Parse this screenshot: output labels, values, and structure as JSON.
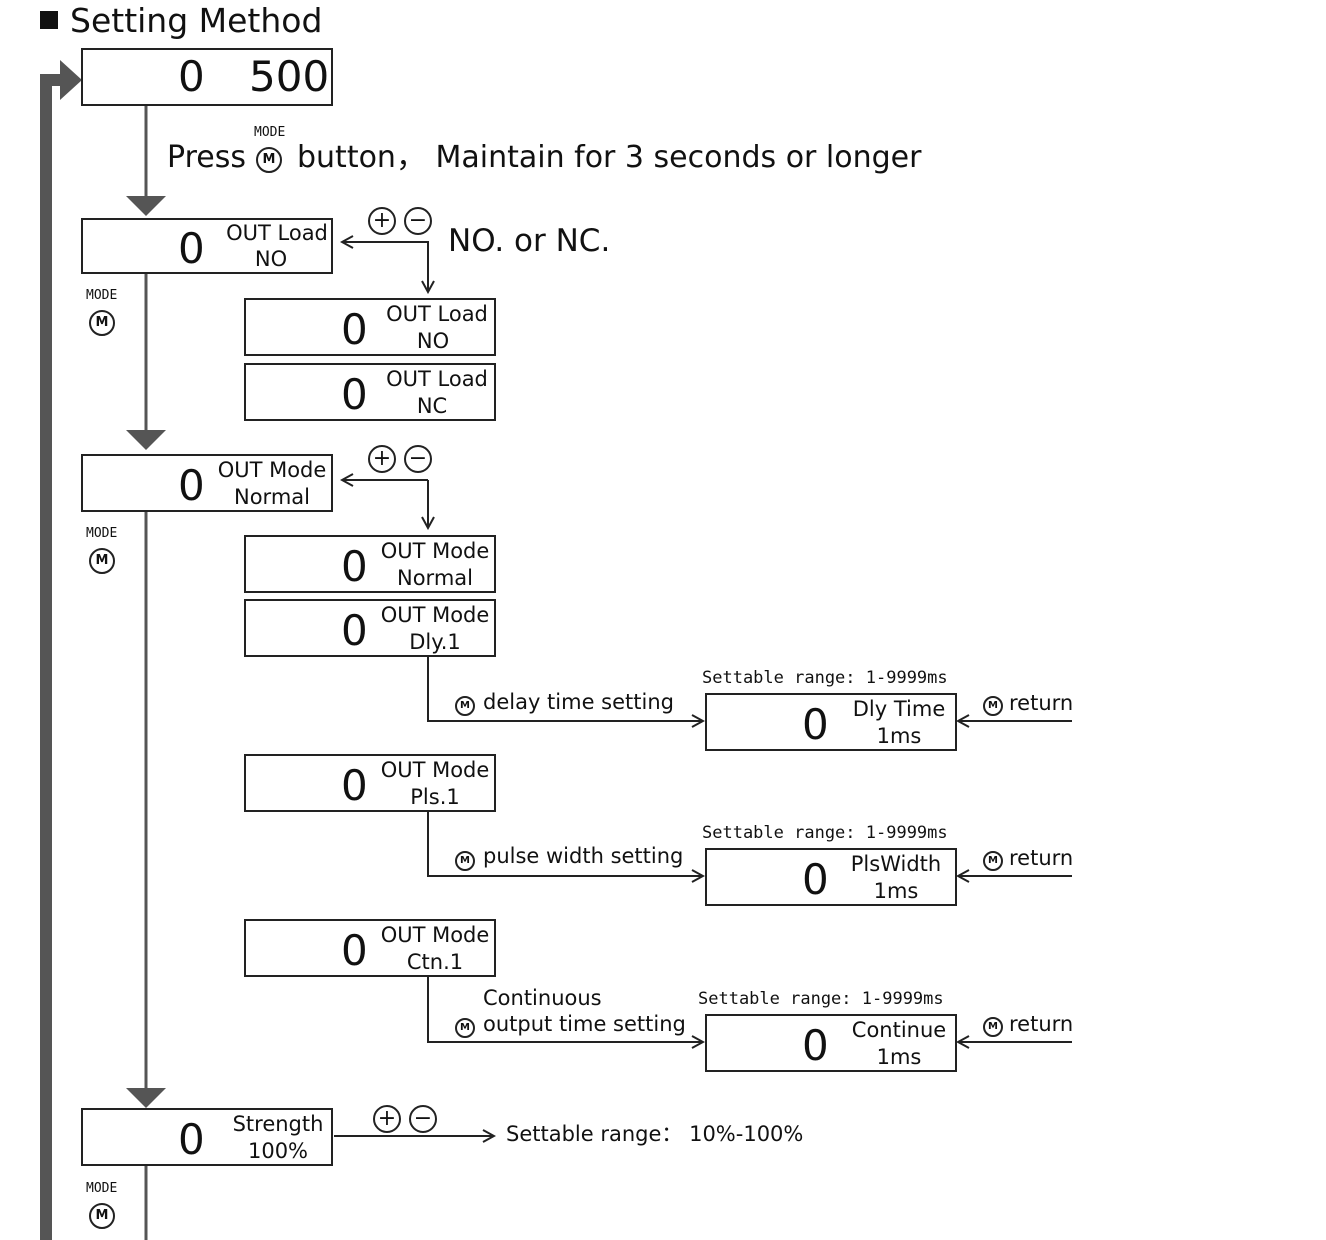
{
  "title": "Setting Method",
  "initial_display": {
    "value": "0",
    "reading": "500"
  },
  "step_instruction": {
    "prefix": "Press",
    "button_caption": "MODE",
    "suffix": "button， Maintain for 3 seconds or longer"
  },
  "mode_button": {
    "caption": "MODE",
    "symbol": "M"
  },
  "plus_symbol": "+",
  "minus_symbol": "−",
  "out_load": {
    "main": {
      "value": "0",
      "line1": "OUT Load",
      "line2": "NO"
    },
    "note": "NO. or NC.",
    "options": [
      {
        "value": "0",
        "line1": "OUT Load",
        "line2": "NO"
      },
      {
        "value": "0",
        "line1": "OUT Load",
        "line2": "NC"
      }
    ]
  },
  "out_mode": {
    "main": {
      "value": "0",
      "line1": "OUT Mode",
      "line2": "Normal"
    },
    "options": [
      {
        "value": "0",
        "line1": "OUT Mode",
        "line2": "Normal"
      },
      {
        "value": "0",
        "line1": "OUT Mode",
        "line2": "Dly.1"
      },
      {
        "value": "0",
        "line1": "OUT Mode",
        "line2": "Pls.1"
      },
      {
        "value": "0",
        "line1": "OUT Mode",
        "line2": "Ctn.1"
      }
    ],
    "sub_settings": [
      {
        "label": "delay time setting",
        "label_top": "",
        "range": "Settable range: 1-9999ms",
        "display": {
          "value": "0",
          "line1": "Dly Time",
          "line2": "1ms"
        },
        "return": "return"
      },
      {
        "label": "pulse width setting",
        "label_top": "",
        "range": "Settable range: 1-9999ms",
        "display": {
          "value": "0",
          "line1": "PlsWidth",
          "line2": "1ms"
        },
        "return": "return"
      },
      {
        "label": "output time setting",
        "label_top": "Continuous",
        "range": "Settable range: 1-9999ms",
        "display": {
          "value": "0",
          "line1": "Continue",
          "line2": "1ms"
        },
        "return": "return"
      }
    ]
  },
  "strength": {
    "main": {
      "value": "0",
      "line1": "Strength",
      "line2": "100%"
    },
    "range": "Settable range： 10%-100%"
  }
}
